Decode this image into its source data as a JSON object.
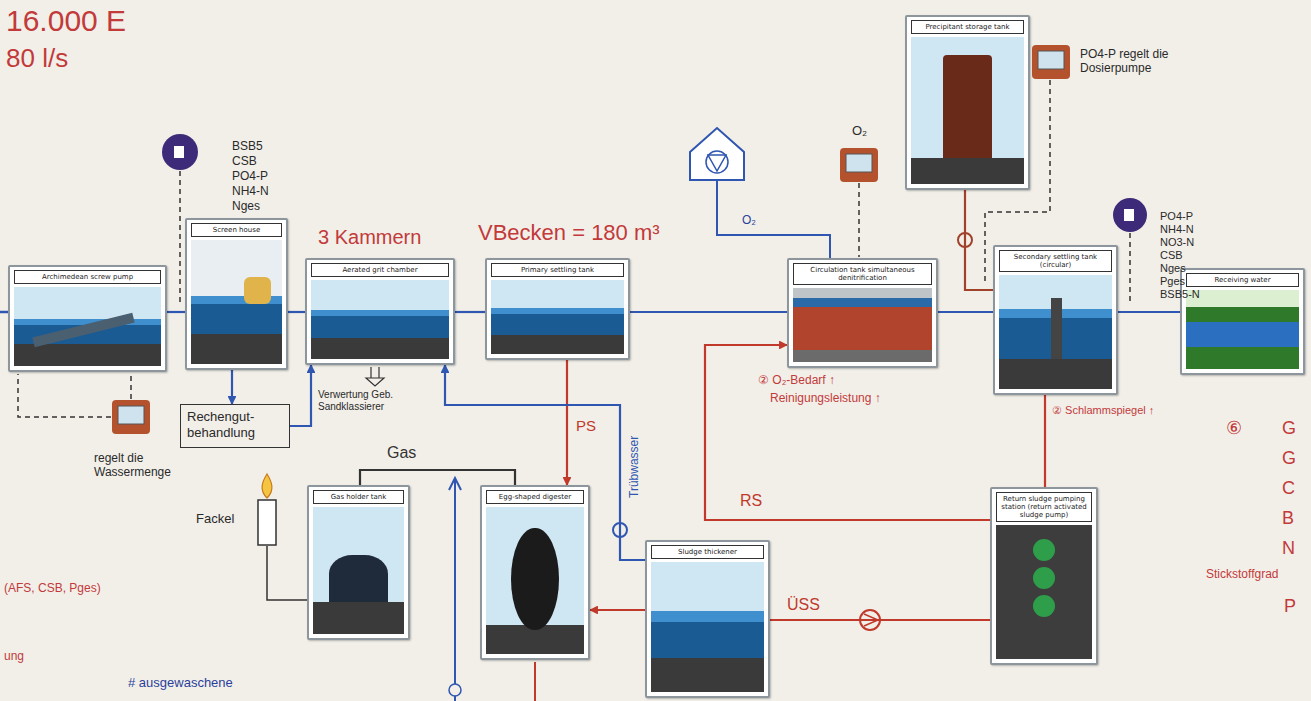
{
  "diagram": {
    "nodes": [
      {
        "text": [
          "Archimedean screw pump"
        ]
      },
      {
        "text": [
          "Screen house"
        ]
      },
      {
        "text": [
          "Aerated grit chamber"
        ]
      },
      {
        "text": [
          "Primary settling tank"
        ]
      },
      {
        "text": [
          "Circulation tank simultaneous denitrification"
        ]
      },
      {
        "text": [
          "Secondary settling tank (circular)"
        ]
      },
      {
        "text": [
          "Receiving water"
        ]
      },
      {
        "text": [
          "Precipitant storage tank"
        ]
      },
      {
        "text": [
          "Rechengut-behandlung"
        ]
      },
      {
        "text": [
          "Gas holder tank"
        ]
      },
      {
        "text": [
          "Egg-shaped digester"
        ]
      },
      {
        "text": [
          "Sludge thickener"
        ]
      },
      {
        "text": [
          "Return sludge pumping station (return activated sludge pump)"
        ]
      }
    ],
    "edges": [
      {
        "from": 0,
        "to": 1,
        "arrow": "none"
      },
      {
        "from": 1,
        "to": 2,
        "arrow": "none"
      },
      {
        "from": 2,
        "to": 3,
        "arrow": "none"
      },
      {
        "from": 3,
        "to": 4,
        "arrow": "none"
      },
      {
        "from": 4,
        "to": 5,
        "arrow": "none"
      },
      {
        "from": 5,
        "to": 6,
        "arrow": "none"
      },
      {
        "from": 1,
        "to": 8,
        "arrow": "to"
      },
      {
        "from": 8,
        "to": 2,
        "arrow": "to"
      },
      {
        "from": 7,
        "to": 5,
        "arrow": "none"
      },
      {
        "from": 3,
        "to": 10,
        "arrow": "to",
        "label": "PS"
      },
      {
        "from": 10,
        "to": 9,
        "arrow": "none",
        "label": "Gas"
      },
      {
        "from": 11,
        "to": 10,
        "arrow": "to"
      },
      {
        "from": 11,
        "to": 2,
        "arrow": "to",
        "label": "Trübwasser"
      },
      {
        "from": 5,
        "to": 12,
        "arrow": "none"
      },
      {
        "from": 12,
        "to": 4,
        "arrow": "to",
        "label": "RS"
      },
      {
        "from": 12,
        "to": 11,
        "arrow": "none",
        "label": "ÜSS"
      }
    ],
    "labels": [
      "16.000 E",
      "80 l/s",
      "BSB5",
      "CSB",
      "PO4-P",
      "NH4-N",
      "Nges",
      "regelt die Wassermenge",
      "3 Kammern",
      "VBecken = 180 m³",
      "Verwertung Geb. Sandklassierer",
      "Fackel",
      "O₂",
      "O₂",
      "PO4-P regelt die Dosierpumpe",
      "② O₂-Bedarf ↑",
      "Reinigungsleistung ↑",
      "② Schlammspiegel ↑",
      "PO4-P",
      "NH4-N",
      "NO3-N",
      "CSB",
      "Nges",
      "Pges",
      "BSB5-N",
      "⑥",
      "G",
      "G",
      "C",
      "B",
      "N",
      "Stickstoffgrad",
      "P",
      "(AFS, CSB, Pges)",
      "ung",
      "# ausgewaschene"
    ]
  }
}
